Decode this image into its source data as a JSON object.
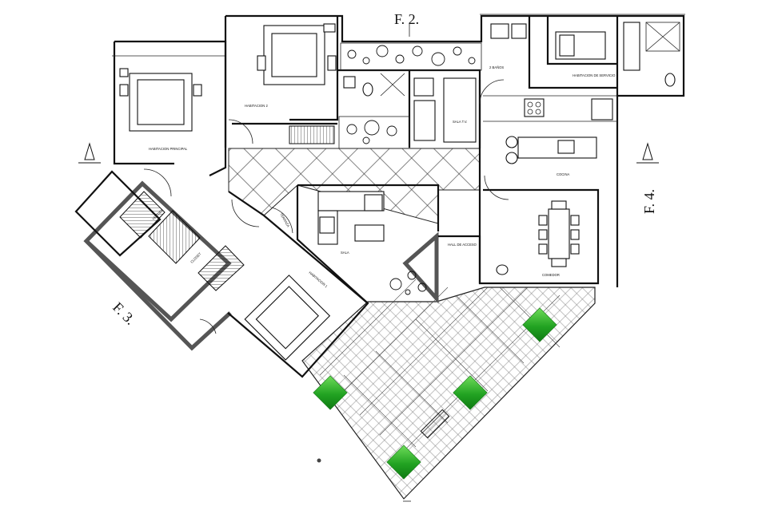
{
  "facade_labels": {
    "top": "F. 2.",
    "right": "F. 4.",
    "left": "F. 3."
  },
  "rooms": {
    "habitacion_principal": "HABITACION PRINCIPAL",
    "habitacion_2": "HABITACION 2",
    "sala_tv": "SALA T.V.",
    "banos": "2 BAÑOS",
    "habitacion_servicio": "HABITACION DE SERVICIO",
    "cocina": "COCINA",
    "sala": "SALA",
    "hall_acceso": "HALL DE ACCESO",
    "comedor": "COMEDOR",
    "habitacion_1": "HABITACION 1",
    "vestier": "VESTIER",
    "terraza": "TERRAZA",
    "closet": "CLOSET"
  },
  "colors": {
    "planter_green": "#22a322",
    "walls": "#111111",
    "background": "#ffffff"
  }
}
